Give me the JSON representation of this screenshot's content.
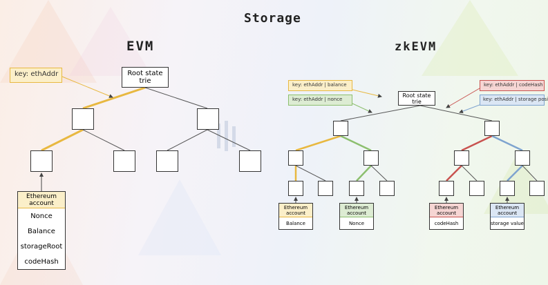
{
  "title": "Storage",
  "evm": {
    "heading": "EVM",
    "key_label": "key: ethAddr",
    "root_label": "Root state trie",
    "account_header": "Ethereum account",
    "fields": [
      "Nonce",
      "Balance",
      "storageRoot",
      "codeHash"
    ]
  },
  "zkevm": {
    "heading": "zkEVM",
    "root_label": "Root state trie",
    "keys": {
      "balance": "key: ethAddr | balance",
      "nonce": "key: ethAddr | nonce",
      "codehash": "key: ethAddr | codeHash",
      "storage": "key: ethAddr | storage position"
    },
    "accounts": [
      {
        "header": "Ethereum account",
        "value": "Balance"
      },
      {
        "header": "Ethereum account",
        "value": "Nonce"
      },
      {
        "header": "Ethereum account",
        "value": "codeHash"
      },
      {
        "header": "Ethereum account",
        "value": "storage value"
      }
    ]
  },
  "colors": {
    "yellow": "#e8b840",
    "green": "#8cbf6e",
    "red": "#c8524f",
    "blue": "#7ea3cf",
    "yellow_bg": "#fbefc9",
    "green_bg": "#ddecd3",
    "red_bg": "#f6d5d3",
    "blue_bg": "#dbe6f4"
  }
}
